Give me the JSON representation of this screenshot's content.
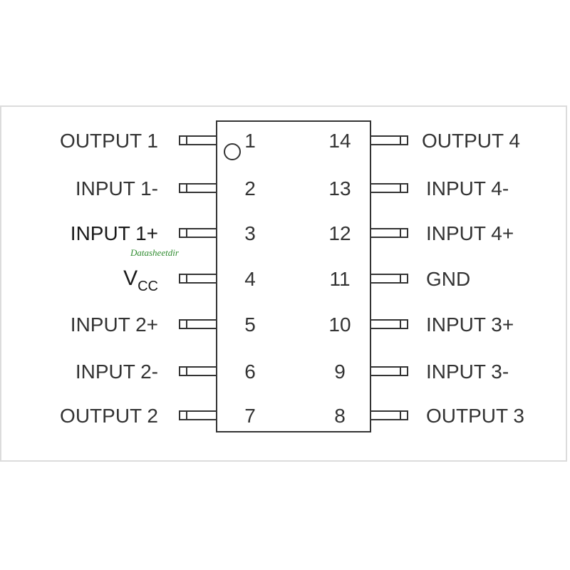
{
  "left_pins": [
    {
      "number": "1",
      "label": "OUTPUT 1"
    },
    {
      "number": "2",
      "label": "INPUT 1-"
    },
    {
      "number": "3",
      "label": "INPUT 1+"
    },
    {
      "number": "4",
      "label": "V",
      "label_sub": "CC"
    },
    {
      "number": "5",
      "label": "INPUT 2+"
    },
    {
      "number": "6",
      "label": "INPUT 2-"
    },
    {
      "number": "7",
      "label": "OUTPUT 2"
    }
  ],
  "right_pins": [
    {
      "number": "14",
      "label": "OUTPUT 4"
    },
    {
      "number": "13",
      "label": "INPUT 4-"
    },
    {
      "number": "12",
      "label": "INPUT 4+"
    },
    {
      "number": "11",
      "label": "GND"
    },
    {
      "number": "10",
      "label": "INPUT 3+"
    },
    {
      "number": "9",
      "label": "INPUT 3-"
    },
    {
      "number": "8",
      "label": "OUTPUT 3"
    }
  ],
  "watermark": "Datasheetdir",
  "colors": {
    "line": "#333333",
    "text": "#333333",
    "watermark": "#2e8b2e",
    "frame": "#dcdcdc"
  }
}
